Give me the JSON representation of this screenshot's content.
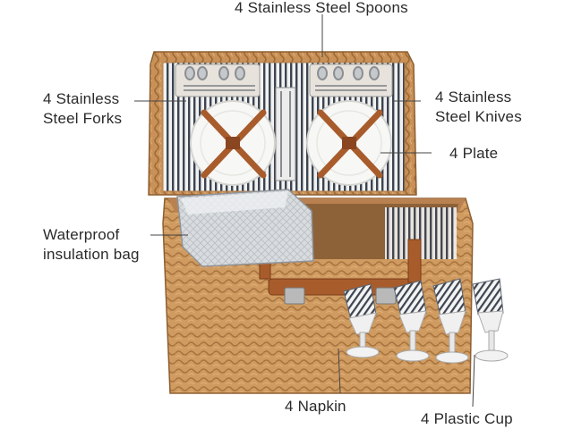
{
  "labels": {
    "spoons": "4 Stainless Steel Spoons",
    "forks": "4 Stainless\nSteel Forks",
    "knives": "4 Stainless\nSteel Knives",
    "plate": "4 Plate",
    "bag": "Waterproof\ninsulation bag",
    "napkin": "4 Napkin",
    "cup": "4 Plastic Cup"
  },
  "colors": {
    "text": "#2a2a2a",
    "wicker": "#c8935a",
    "wicker_dark": "#9a6a3a",
    "leather": "#a85c2c",
    "stripe_dark": "#3c4450",
    "stripe_light": "#f1f1f1",
    "plate": "#f7f7f5",
    "foil": "#d6d9dc"
  },
  "icons": {
    "product": "picnic-basket-illustration"
  }
}
